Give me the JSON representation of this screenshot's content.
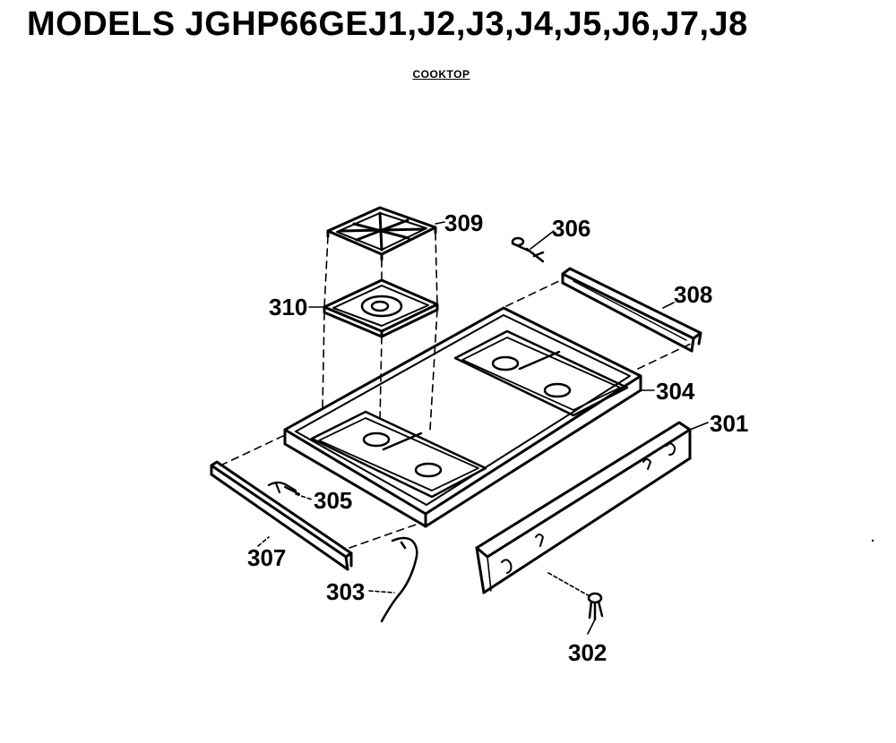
{
  "page": {
    "title": "MODELS JGHP66GEJ1,J2,J3,J4,J5,J6,J7,J8",
    "subtitle": "COOKTOP"
  },
  "diagram": {
    "kind": "exploded parts view",
    "line_color": "#000000",
    "background_color": "#ffffff",
    "parts": [
      {
        "id": "p301",
        "number": "301"
      },
      {
        "id": "p302",
        "number": "302"
      },
      {
        "id": "p303",
        "number": "303"
      },
      {
        "id": "p304",
        "number": "304"
      },
      {
        "id": "p305",
        "number": "305"
      },
      {
        "id": "p306",
        "number": "306"
      },
      {
        "id": "p307",
        "number": "307"
      },
      {
        "id": "p308",
        "number": "308"
      },
      {
        "id": "p309",
        "number": "309"
      },
      {
        "id": "p310",
        "number": "310"
      }
    ]
  }
}
